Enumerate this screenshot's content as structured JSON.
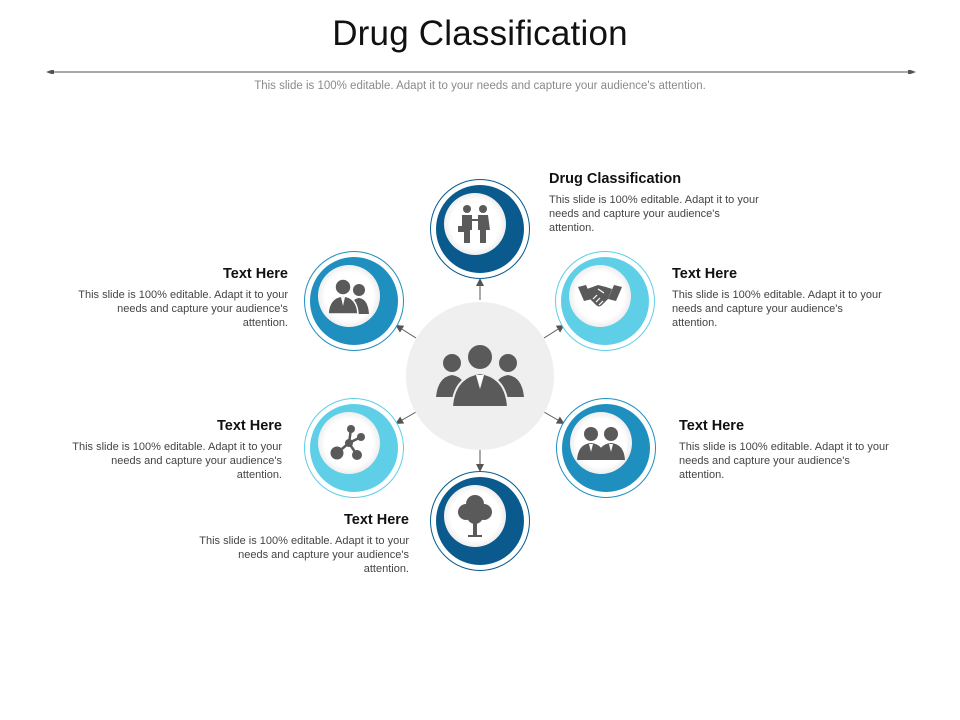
{
  "header": {
    "title": "Drug Classification",
    "subtitle": "This slide is 100% editable. Adapt it to your needs and capture your audience's attention."
  },
  "colors": {
    "dark_blue": "#0a5a8e",
    "mid_blue": "#1f8fbf",
    "light_blue": "#5ecfe6",
    "icon_gray": "#5a5a5a",
    "hub_gray": "#efefef"
  },
  "center": {
    "icon": "business-team-icon"
  },
  "nodes": [
    {
      "title": "Drug Classification",
      "desc": "This slide is 100% editable. Adapt it to your needs and capture your audience's attention.",
      "icon": "business-meeting-icon",
      "ring_color": "dark_blue"
    },
    {
      "title": "Text Here",
      "desc": "This slide is 100% editable. Adapt it to your needs and capture your audience's attention.",
      "icon": "handshake-icon",
      "ring_color": "light_blue"
    },
    {
      "title": "Text Here",
      "desc": "This slide is 100% editable. Adapt it to your needs and capture your audience's attention.",
      "icon": "two-people-icon",
      "ring_color": "mid_blue"
    },
    {
      "title": "Text Here",
      "desc": "This slide is 100% editable. Adapt it to your needs and capture your audience's attention.",
      "icon": "tree-icon",
      "ring_color": "dark_blue"
    },
    {
      "title": "Text Here",
      "desc": "This slide is 100% editable. Adapt it to your needs and capture your audience's attention.",
      "icon": "molecule-icon",
      "ring_color": "light_blue"
    },
    {
      "title": "Text Here",
      "desc": "This slide is 100% editable. Adapt it to your needs and capture your audience's attention.",
      "icon": "business-pair-icon",
      "ring_color": "mid_blue"
    }
  ]
}
